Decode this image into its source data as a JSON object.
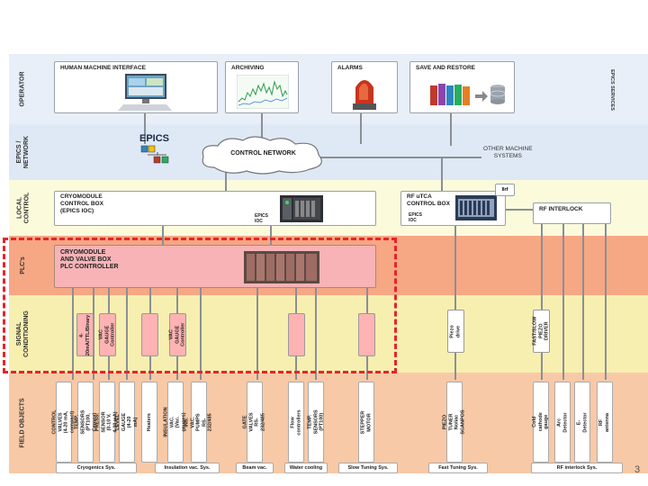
{
  "bands": {
    "operator": "OPERATOR",
    "network": "EPICS /\nNETWORK",
    "local_control": "LOCAL\nCONTROL",
    "plcs": "PLC's",
    "signal_conditioning": "SIGNAL\nCONDITIONING",
    "field_objects": "FIELD OBJECTS"
  },
  "colors": {
    "operator_bg": "#e8eff8",
    "network_bg": "#dfe9f5",
    "local_bg": "#fbfbdc",
    "plc_bg": "#f6a784",
    "signal_bg": "#f7efb0",
    "field_bg": "#f8c9a6",
    "highlight_dash": "#e4242b"
  },
  "operator": {
    "hmi": "HUMAN MACHINE INTERFACE",
    "archiving": "ARCHIVING",
    "alarms": "ALARMS",
    "save_restore": "SAVE AND RESTORE",
    "epics_services": "EPICS SERVICES"
  },
  "network": {
    "epics_label": "EPICS",
    "control_network": "CONTROL NETWORK",
    "other_systems": "OTHER MACHINE\nSYSTEMS"
  },
  "local": {
    "cryo_box": "CRYOMODULE\nCONTROL BOX\n(EPICS IOC)",
    "epics_ioc": "EPICS\nIOC",
    "rf_box": "RF uTCA\nCONTROL BOX",
    "rf_ioc": "EPICS\nIOC",
    "rf_tag": "llrf",
    "rf_interlock": "RF INTERLOCK"
  },
  "plc": {
    "title": "CRYOMODULE\nAND VALVE BOX\nPLC CONTROLLER"
  },
  "signal": [
    "4-20mA/TTL/Binary",
    "VAC GAUGE\nController",
    "VAC GAUGE\nController",
    "Piezo\ndrive",
    "FAST/SLOW\nPIEZO\nDRIVER"
  ],
  "field_objects": [
    "CONTROL VALVES\n(4-20 mA, compact)",
    "TEMP. SENSORS\n(PT100, Cernox)",
    "PRESS. SENSOR\n(0-10 V, 4-20 mA)",
    "LEVEL GAUGE\n(4-20 mA)",
    "Heaters",
    "INSULATION VAC.\n(Vac. gauges)",
    "INS. VAC. PUMPS\nRS-232/485",
    "GATE VALVES\nRS-232/485",
    "Flow controllers",
    "TEMP. SENSORS\n(PT100)",
    "STEPPER MOTOR",
    "PIEZO TUNER\nNoliac SCANPOS",
    "Cold cathode gauge",
    "Arc Detector",
    "E- Detector",
    "RF antenna"
  ],
  "systems": [
    "Cryogenics Sys.",
    "Insulation vac. Sys.",
    "Beam vac.",
    "Water cooling",
    "Slow Tuning Sys.",
    "Fast Tuning Sys.",
    "RF interlock Sys."
  ],
  "page_number": "3"
}
